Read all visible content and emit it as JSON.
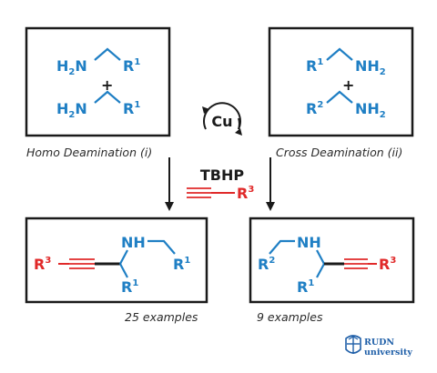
{
  "colors": {
    "blue": "#1f7fc4",
    "red": "#e02929",
    "black": "#1a1a1a",
    "logo": "#1f5fa8"
  },
  "labels": {
    "nh2": "NH",
    "h2n": "H",
    "two": "2",
    "r": "R",
    "one": "1",
    "two_sup": "2",
    "three": "3",
    "plus": "+",
    "nh": "NH",
    "cu": "Cu",
    "tbhp": "TBHP",
    "homo": "Homo Deamination (i)",
    "cross": "Cross Deamination (ii)",
    "ex_left": "25 examples",
    "ex_right": "9 examples"
  },
  "logo": {
    "line1": "RUDN",
    "line2": "university",
    "icon": "rudn-emblem-icon"
  }
}
